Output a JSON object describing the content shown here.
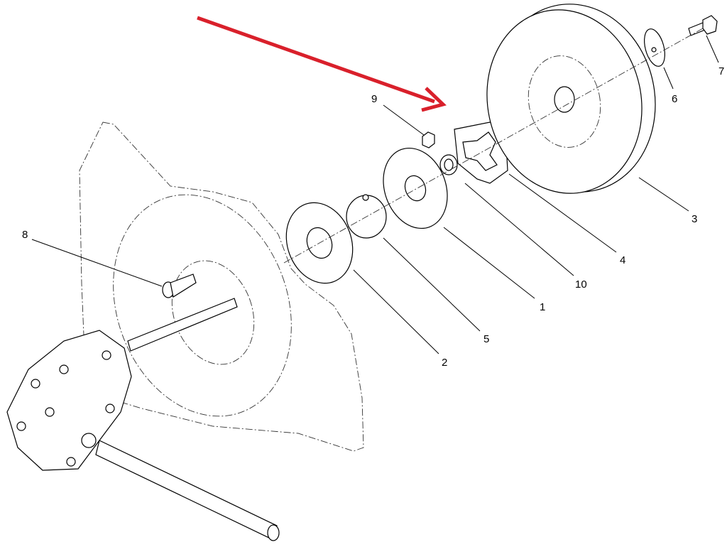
{
  "diagram": {
    "callouts": [
      {
        "id": "1",
        "label": "1"
      },
      {
        "id": "2",
        "label": "2"
      },
      {
        "id": "3",
        "label": "3"
      },
      {
        "id": "4",
        "label": "4"
      },
      {
        "id": "5",
        "label": "5"
      },
      {
        "id": "6",
        "label": "6"
      },
      {
        "id": "7",
        "label": "7"
      },
      {
        "id": "8",
        "label": "8"
      },
      {
        "id": "9",
        "label": "9"
      },
      {
        "id": "10",
        "label": "10"
      }
    ],
    "arrow_color": "#d9202b"
  }
}
